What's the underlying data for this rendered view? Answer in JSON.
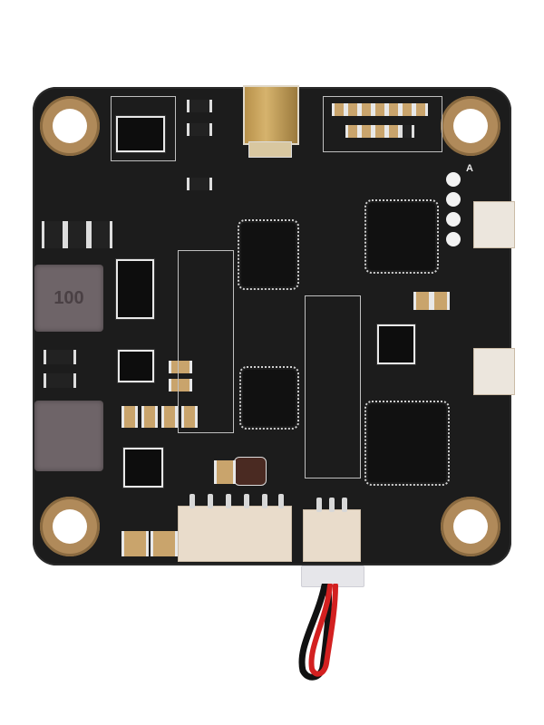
{
  "image": {
    "subject": "square FPV flight-controller / VTX circuit board on white background",
    "background_color": "#ffffff",
    "board_color": "#1c1c1c"
  },
  "board": {
    "mounting_holes": 4,
    "hole_ring_color": "#b08a5a",
    "silkscreen_label": "A",
    "inductor_marking": "100",
    "pads_count": 4
  },
  "components": {
    "antenna_connector": "MMCX (gold)",
    "main_ics": 4,
    "inductors": 2,
    "side_buttons": 2,
    "bottom_connectors": [
      "6-pin JST",
      "3-pin JST"
    ]
  },
  "cable": {
    "colors": [
      "#d32020",
      "#111111"
    ],
    "plug_color": "#e6e6ea"
  }
}
